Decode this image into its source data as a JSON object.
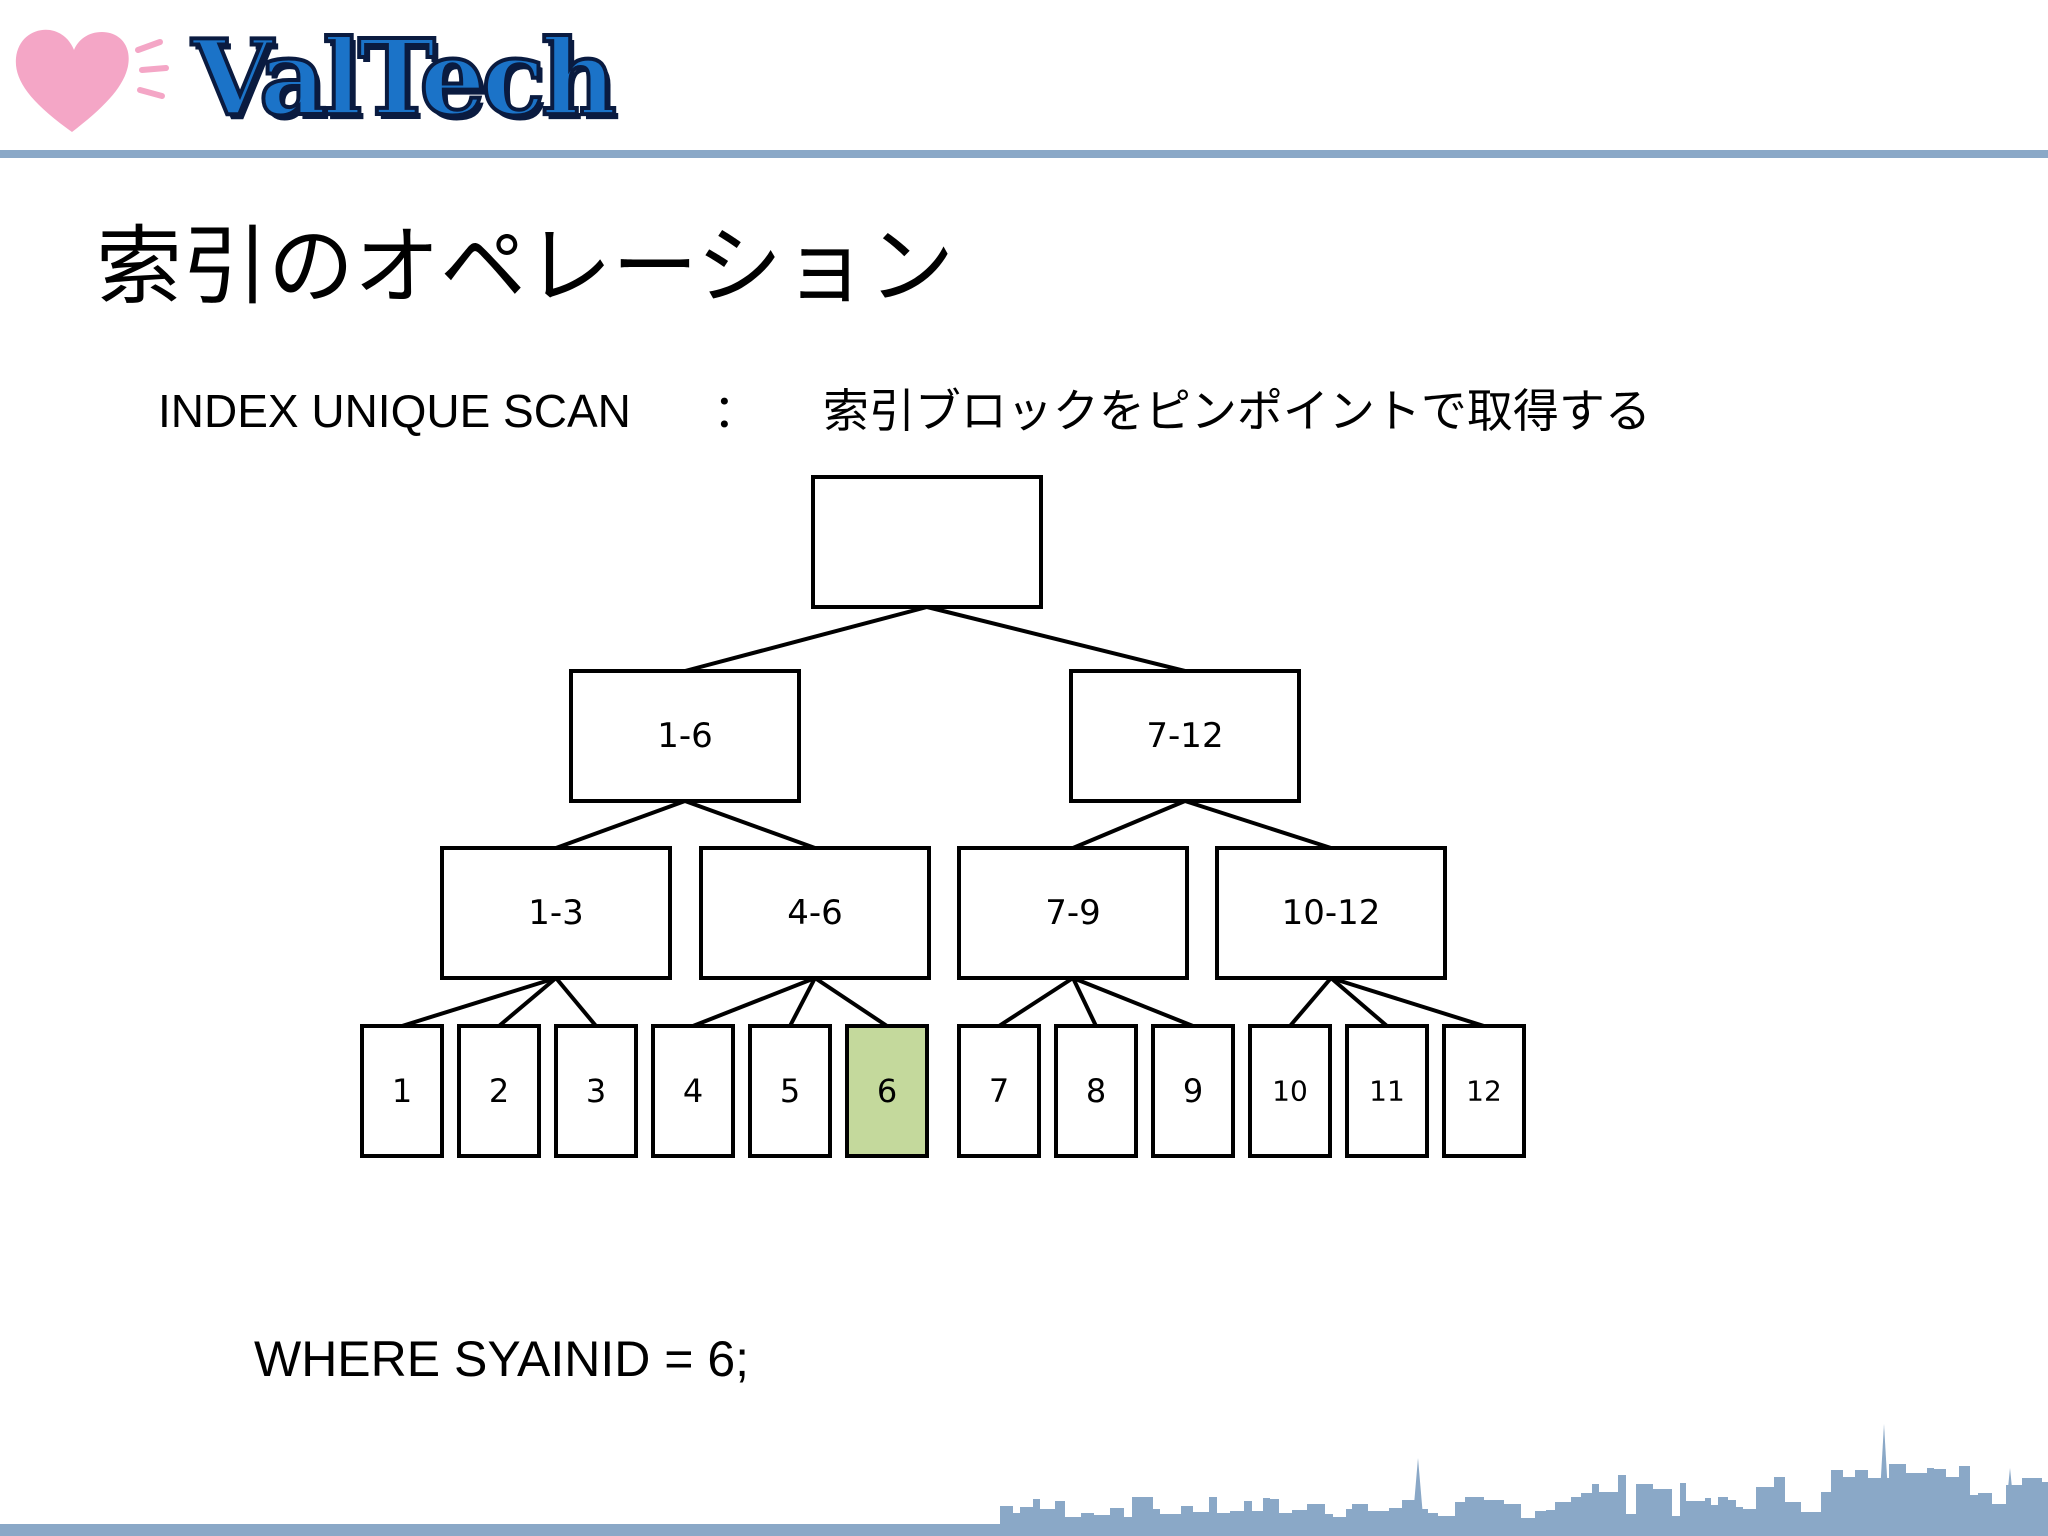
{
  "header": {
    "brand": "ValTech"
  },
  "slide": {
    "title": "索引のオペレーション",
    "subtitle_term": "INDEX UNIQUE SCAN",
    "subtitle_sep": "：",
    "subtitle_desc": "索引ブロックをピンポイントで取得する",
    "query": "WHERE SYAINID = 6;"
  },
  "tree": {
    "root": "",
    "branches": [
      "1-6",
      "7-12"
    ],
    "inner": [
      "1-3",
      "4-6",
      "7-9",
      "10-12"
    ],
    "leaves": [
      "1",
      "2",
      "3",
      "4",
      "5",
      "6",
      "7",
      "8",
      "9",
      "10",
      "11",
      "12"
    ],
    "highlighted_leaf": "6"
  },
  "colors": {
    "highlight": "#c4d99c",
    "rule": "#8aa8c7",
    "brand_blue": "#1b73c8",
    "heart": "#f4a6c6",
    "skyline": "#8aa8c7"
  }
}
